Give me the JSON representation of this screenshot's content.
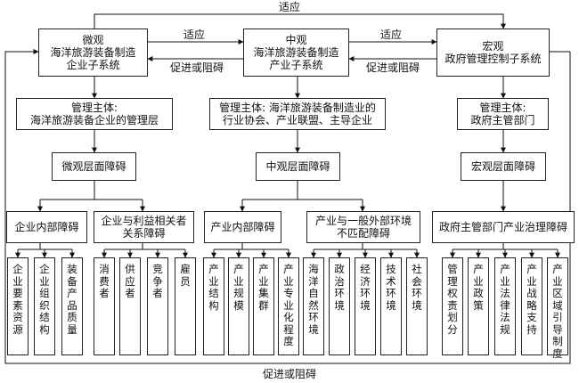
{
  "diagram": {
    "top_labels": {
      "outer_adapt": "适应",
      "adapt_left": "适应",
      "adapt_right": "适应",
      "promote_left": "促进或阻碍",
      "promote_right": "促进或阻碍",
      "bottom_promote": "促进或阻碍"
    },
    "systems": {
      "micro": "微观\n海洋旅游装备制造\n企业子系统",
      "meso": "中观\n海洋旅游装备制造\n产业子系统",
      "macro": "宏观\n政府管理控制子系统"
    },
    "subjects": {
      "micro": "管理主体:\n海洋旅游装备企业的管理层",
      "meso": "管理主体: 海洋旅游装备制造业的\n行业协会、产业联盟、主导企业",
      "macro": "管理主体:\n政府主管部门"
    },
    "barriers": {
      "micro": "微观层面障碍",
      "meso": "中观层面障碍",
      "macro": "宏观层面障碍"
    },
    "categories": {
      "enterprise_internal": "企业内部障碍",
      "stakeholder": "企业与利益相关者\n关系障碍",
      "industry_internal": "产业内部障碍",
      "external_env": "产业与一般外部环境\n不匹配障碍",
      "gov_governance": "政府主管部门产业治理障碍"
    },
    "leaves": {
      "l1": "企\n业\n要\n素\n资\n源",
      "l2": "企\n业\n组\n织\n结\n构",
      "l3": "装\n备\n产\n品\n质\n量",
      "l4": "消\n费\n者",
      "l5": "供\n应\n者",
      "l6": "竞\n争\n者",
      "l7": "雇\n员",
      "l8": "产\n业\n结\n构",
      "l9": "产\n业\n规\n模",
      "l10": "产\n业\n集\n群",
      "l11": "产\n业\n专\n业\n化\n程\n度",
      "l12": "海\n洋\n自\n然\n环\n境",
      "l13": "政\n治\n环\n境",
      "l14": "经\n济\n环\n境",
      "l15": "技\n术\n环\n境",
      "l16": "社\n会\n环\n境",
      "l17": "管\n理\n权\n责\n划\n分",
      "l18": "产\n业\n政\n策",
      "l19": "产\n业\n法\n律\n法\n规",
      "l20": "产\n业\n战\n略\n支\n持",
      "l21": "产\n业\n区\n域\n引\n导\n制\n度"
    }
  }
}
